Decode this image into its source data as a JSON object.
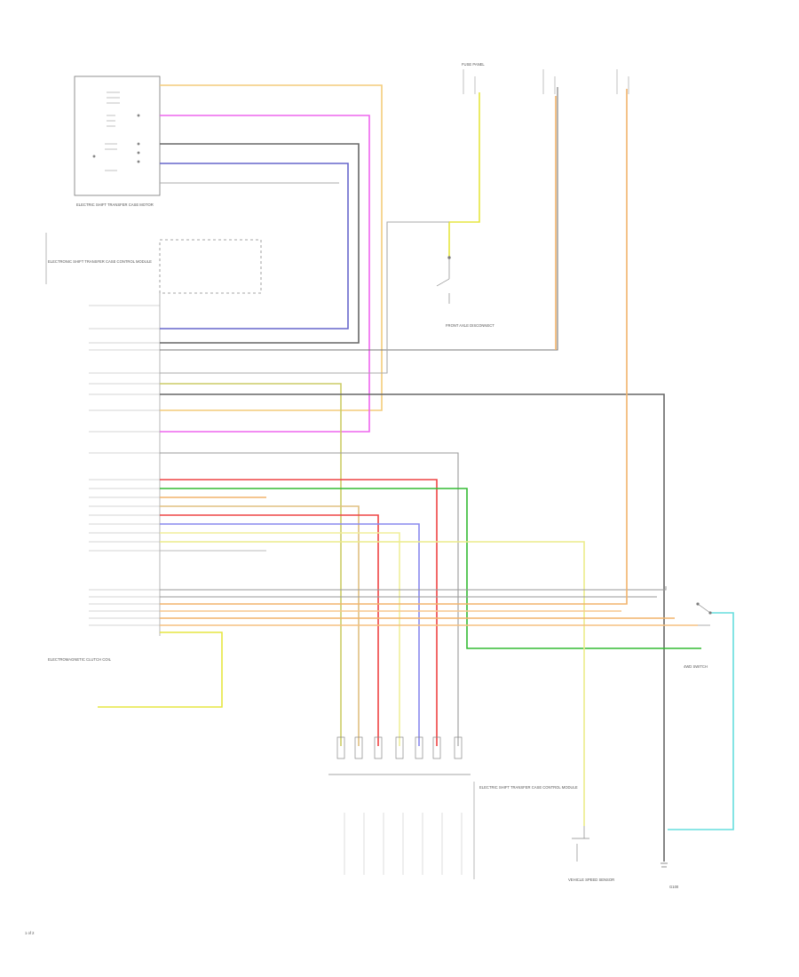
{
  "colors": {
    "tan_yellow": "#f3cc7a",
    "pink": "#ee66ee",
    "gray": "#666666",
    "dark_blue": "#6666cc",
    "white": "#bbbbbb",
    "yellow": "#e6e640",
    "red": "#ee4444",
    "green": "#33bb33",
    "orange": "#f2b36b",
    "light_blue": "#8888ee",
    "light_yellow": "#f0ee9a",
    "cyan": "#66dddd"
  },
  "labels": {
    "shift_motor_label": "ELECTRIC SHIFT TRANSFER CASE MOTOR",
    "clutch_coil_label": "ELECTROMAGNETIC CLUTCH COIL",
    "module_label": "ELECTRONIC SHIFT TRANSFER CASE CONTROL MODULE",
    "module_label2": "ELECTRIC SHIFT TRANSFER CASE CONTROL MODULE",
    "switch_label": "4WD SWITCH",
    "front_axle_label": "FRONT AXLE DISCONNECT",
    "speed_sensor_label": "VEHICLE SPEED SENSOR",
    "fuse_label": "FUSE PANEL",
    "ground_label": "G100",
    "page_label": "1 of 2"
  }
}
